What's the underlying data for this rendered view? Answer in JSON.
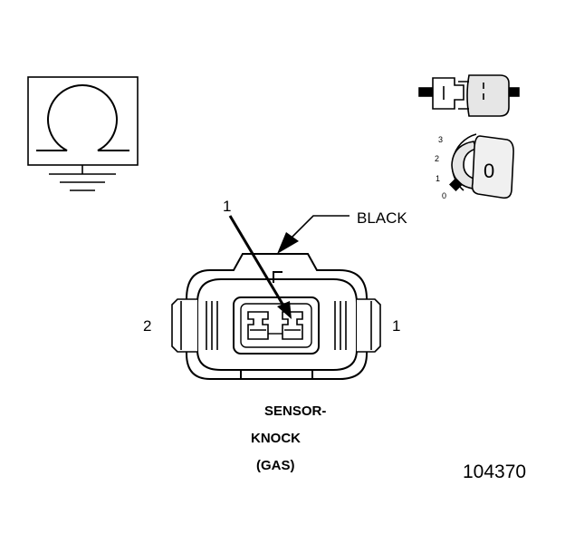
{
  "connector": {
    "color_label": "BLACK",
    "pin_callout": "1",
    "left_pin_label": "2",
    "right_pin_label": "1"
  },
  "caption": {
    "line1": "SENSOR-",
    "line2": "KNOCK",
    "line3": "(GAS)"
  },
  "view_indicator": {
    "scale": [
      "3",
      "2",
      "1",
      "0"
    ],
    "selected": "0"
  },
  "figure_number": "104370"
}
